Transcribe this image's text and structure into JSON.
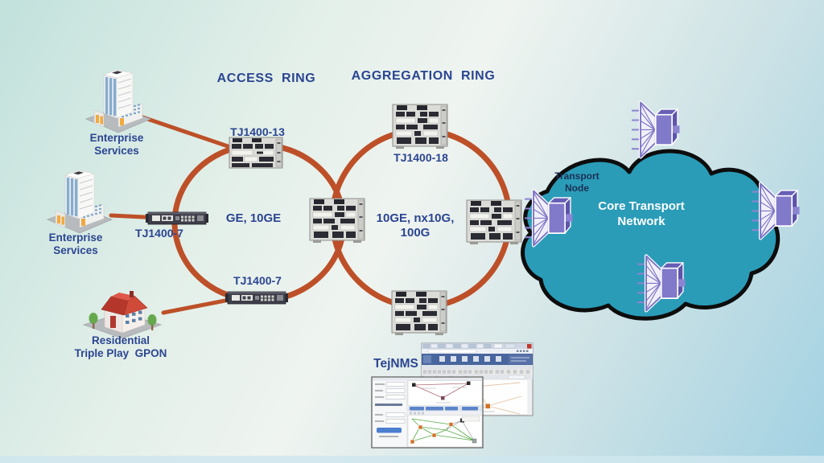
{
  "colors": {
    "ring": "#bd5028",
    "label_navy": "#2b4591",
    "cloud_fill": "#2a9cb8",
    "cloud_outline": "#0d0d0d",
    "node_purple": "#8179ca",
    "core_title_white": "#ffffff"
  },
  "titles": {
    "access_ring": "ACCESS RING",
    "aggregation_ring": "AGGREGATION RING"
  },
  "speeds": {
    "access": "GE, 10GE",
    "aggregation_line1": "10GE, nx10G,",
    "aggregation_line2": "100G"
  },
  "devices": {
    "access_top_label": "TJ1400-13",
    "access_left_label": "TJ1400-7",
    "access_bottom_label": "TJ1400-7",
    "aggregation_top_label": "TJ1400-18"
  },
  "endpoints": {
    "enterprise1_line1": "Enterprise",
    "enterprise1_line2": "Services",
    "enterprise2_line1": "Enterprise",
    "enterprise2_line2": "Services",
    "residential_line1": "Residential",
    "residential_line2": "Triple Play  GPON"
  },
  "cloud": {
    "transport_node_line1": "Transport",
    "transport_node_line2": "Node",
    "title_line1": "Core Transport",
    "title_line2": "Network"
  },
  "nms": {
    "label": "TejNMS"
  }
}
